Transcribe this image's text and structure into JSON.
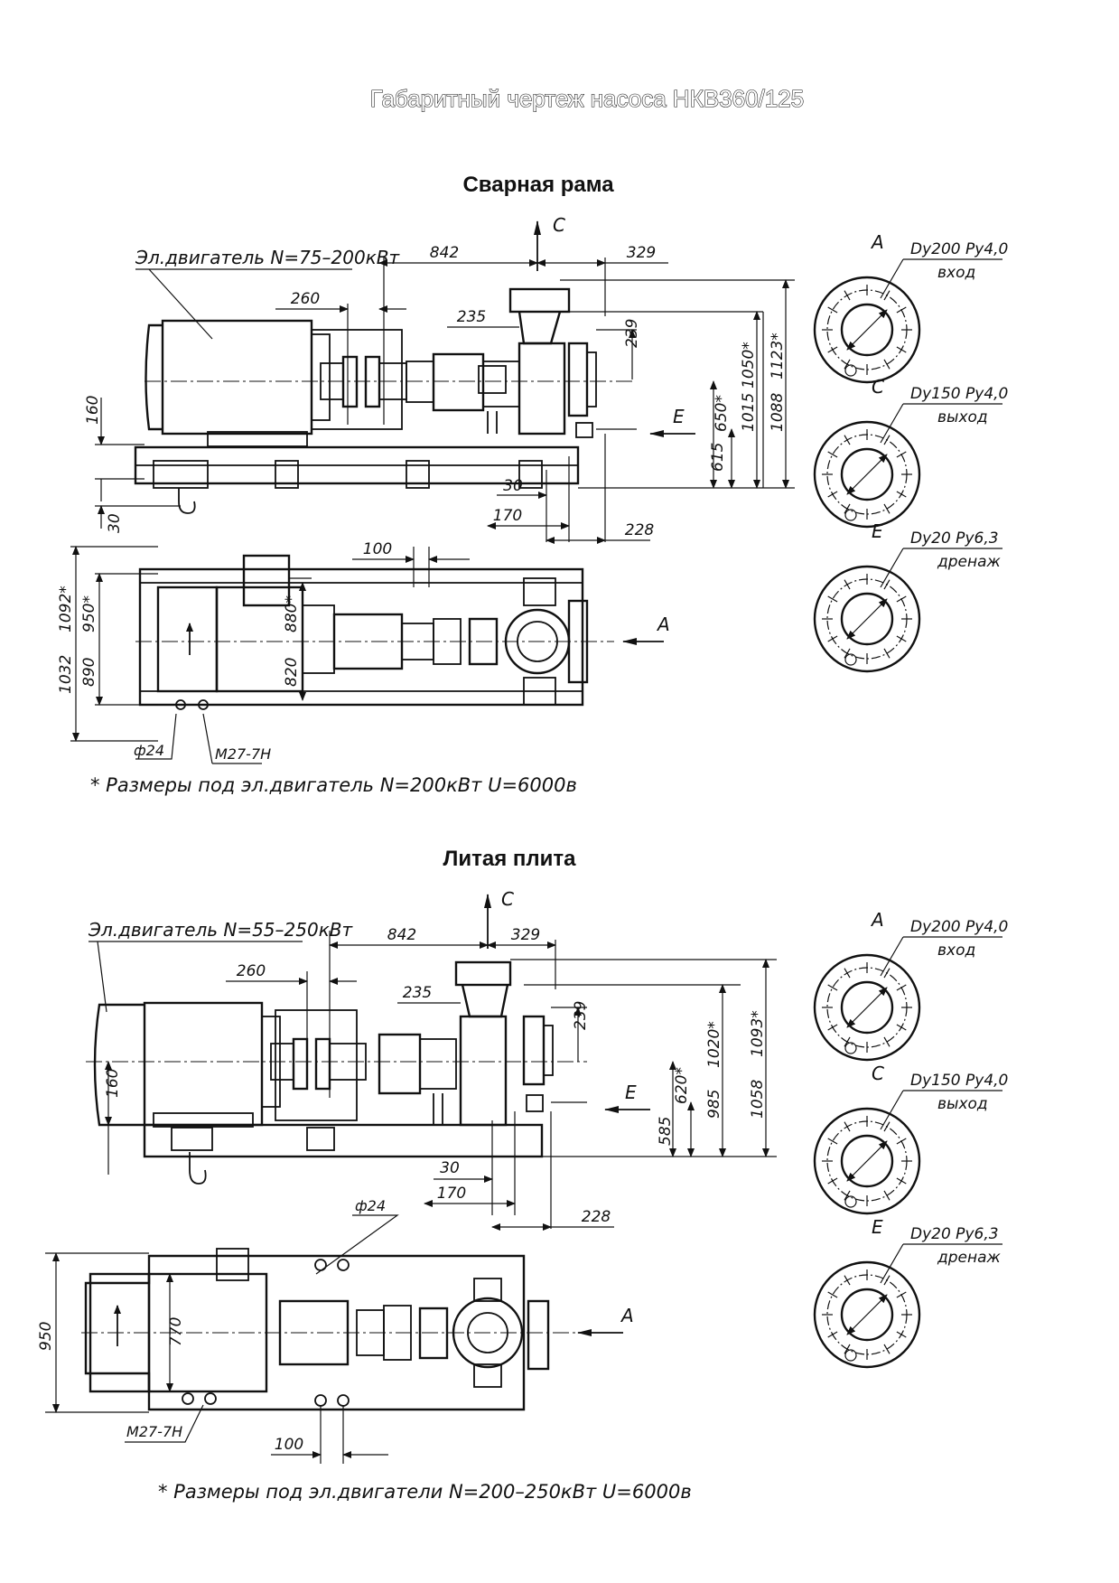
{
  "title": "Габаритный чертеж насоса НКВ360/125",
  "sections": {
    "welded": {
      "heading": "Сварная рама",
      "motor_label": "Эл.двигатель N=75–200кВт",
      "view_c": "C",
      "view_e": "E",
      "view_a": "A",
      "dims": {
        "d842": "842",
        "d329": "329",
        "d260": "260",
        "d235": "235",
        "d239": "239",
        "d160": "160",
        "d30": "30",
        "d30b": "30",
        "d170": "170",
        "d228": "228",
        "d615": "615",
        "d650": "650*",
        "d1015": "1015",
        "d1050": "1050*",
        "d1088": "1088",
        "d1123": "1123*",
        "d100": "100",
        "d1032": "1032",
        "d1092": "1092*",
        "d890": "890",
        "d950": "950*",
        "d820": "820",
        "d880": "880*",
        "phi24": "ф24",
        "m27": "М27-7Н"
      },
      "note": "* Размеры под эл.двигатель N=200кВт   U=6000в",
      "flanges": [
        {
          "letter": "A",
          "spec": "Dy200 Py4,0",
          "purpose": "вход"
        },
        {
          "letter": "C",
          "spec": "Dy150 Py4,0",
          "purpose": "выход"
        },
        {
          "letter": "E",
          "spec": "Dy20 Py6,3",
          "purpose": "дренаж"
        }
      ]
    },
    "cast": {
      "heading": "Литая плита",
      "motor_label": "Эл.двигатель N=55–250кВт",
      "view_c": "C",
      "view_e": "E",
      "view_a": "A",
      "dims": {
        "d842": "842",
        "d329": "329",
        "d260": "260",
        "d235": "235",
        "d239": "239",
        "d160": "160",
        "d30": "30",
        "d170": "170",
        "d228": "228",
        "d585": "585",
        "d620": "620*",
        "d985": "985",
        "d1020": "1020*",
        "d1058": "1058",
        "d1093": "1093*",
        "phi24": "ф24",
        "d950": "950",
        "d770": "770",
        "m27": "М27-7Н",
        "d100": "100"
      },
      "note": "* Размеры под эл.двигатели N=200–250кВт   U=6000в",
      "flanges": [
        {
          "letter": "A",
          "spec": "Dy200 Py4,0",
          "purpose": "вход"
        },
        {
          "letter": "C",
          "spec": "Dy150 Py4,0",
          "purpose": "выход"
        },
        {
          "letter": "E",
          "spec": "Dy20 Py6,3",
          "purpose": "дренаж"
        }
      ]
    }
  }
}
